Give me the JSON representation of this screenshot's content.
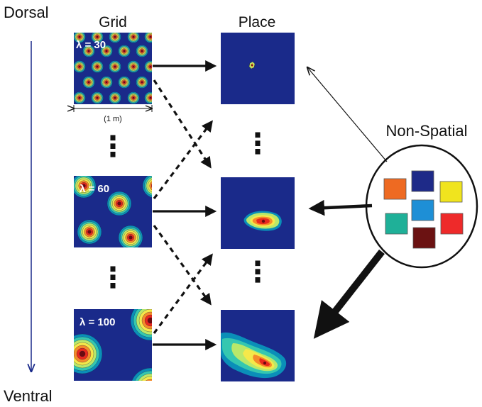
{
  "labels": {
    "dorsal": "Dorsal",
    "ventral": "Ventral",
    "grid_header": "Grid",
    "place_header": "Place",
    "non_spatial": "Non-Spatial",
    "scale": "(1 m)"
  },
  "grid_panels": [
    {
      "lambda_label": "λ = 30"
    },
    {
      "lambda_label": "λ = 60"
    },
    {
      "lambda_label": "λ = 100"
    }
  ],
  "ellipsis": "⋮",
  "colors": {
    "panel_background": "#1a2a8a",
    "axis_arrow": "#1a2a8a",
    "field_ramp": [
      "#0a8fb8",
      "#35c7b0",
      "#b9e86a",
      "#f5e84a",
      "#f58a2a",
      "#e8281e",
      "#6b0a10"
    ],
    "non_spatial_squares": [
      "#ee6a22",
      "#1e2a88",
      "#f0e41e",
      "#1fb098",
      "#1e8fd6",
      "#ee2a2a",
      "#6b1212"
    ]
  }
}
